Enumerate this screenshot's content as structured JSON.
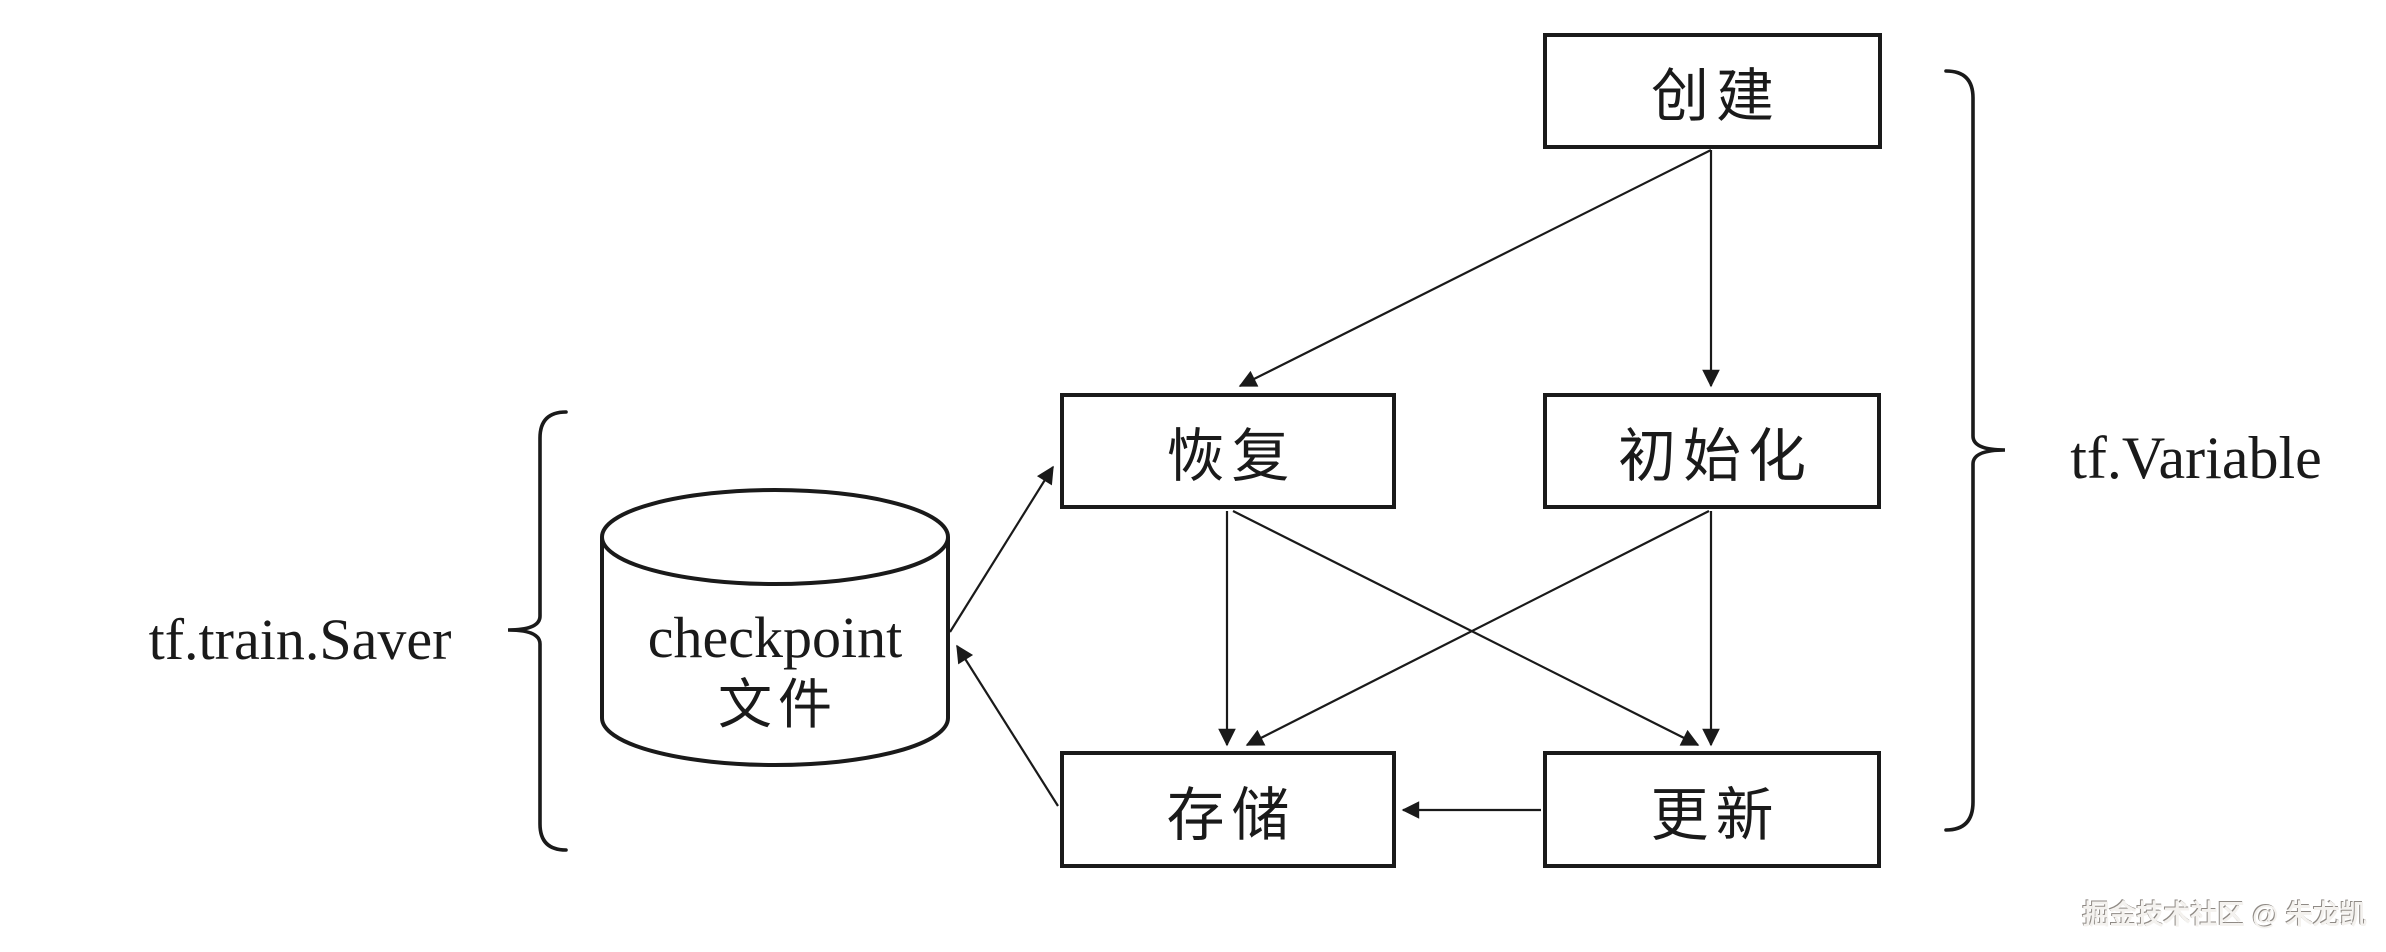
{
  "background_color": "#ffffff",
  "line_color": "#1a1a1a",
  "nodes": {
    "create": {
      "label": "创建"
    },
    "restore": {
      "label": "恢复"
    },
    "initialize": {
      "label": "初始化"
    },
    "store": {
      "label": "存储"
    },
    "update": {
      "label": "更新"
    },
    "checkpoint_file": {
      "label_en": "checkpoint",
      "label_zh": "文件"
    }
  },
  "group_labels": {
    "saver": "tf.train.Saver",
    "variable": "tf.Variable"
  },
  "edges": [
    {
      "from": "创建",
      "to": "恢复"
    },
    {
      "from": "创建",
      "to": "初始化"
    },
    {
      "from": "恢复",
      "to": "存储"
    },
    {
      "from": "恢复",
      "to": "更新"
    },
    {
      "from": "初始化",
      "to": "存储"
    },
    {
      "from": "初始化",
      "to": "更新"
    },
    {
      "from": "更新",
      "to": "存储"
    },
    {
      "from": "checkpoint 文件",
      "to": "恢复"
    },
    {
      "from": "存储",
      "to": "checkpoint 文件"
    }
  ],
  "watermark": "掘金技术社区 @ 朱龙凯"
}
